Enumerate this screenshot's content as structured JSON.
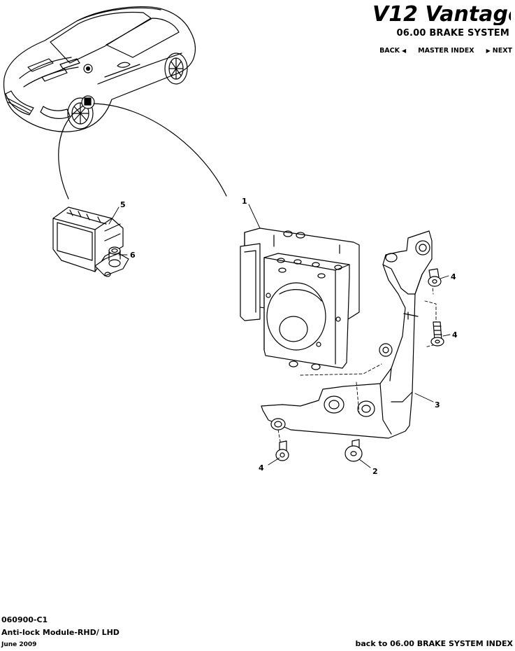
{
  "header": {
    "logo_text": "V12 Vantage",
    "section_title": "06.00 BRAKE SYSTEM"
  },
  "nav": {
    "back_label": "BACK",
    "master_index_label": "MASTER INDEX",
    "next_label": "NEXT"
  },
  "callouts": [
    "1",
    "2",
    "3",
    "4",
    "4",
    "4",
    "5",
    "6"
  ],
  "footer": {
    "part_code": "060900-C1",
    "description": "Anti-lock Module-RHD/ LHD",
    "date": "June 2009",
    "back_index_label": "back to 06.00 BRAKE SYSTEM INDEX"
  },
  "colors": {
    "ink": "#000000",
    "paper": "#ffffff"
  }
}
